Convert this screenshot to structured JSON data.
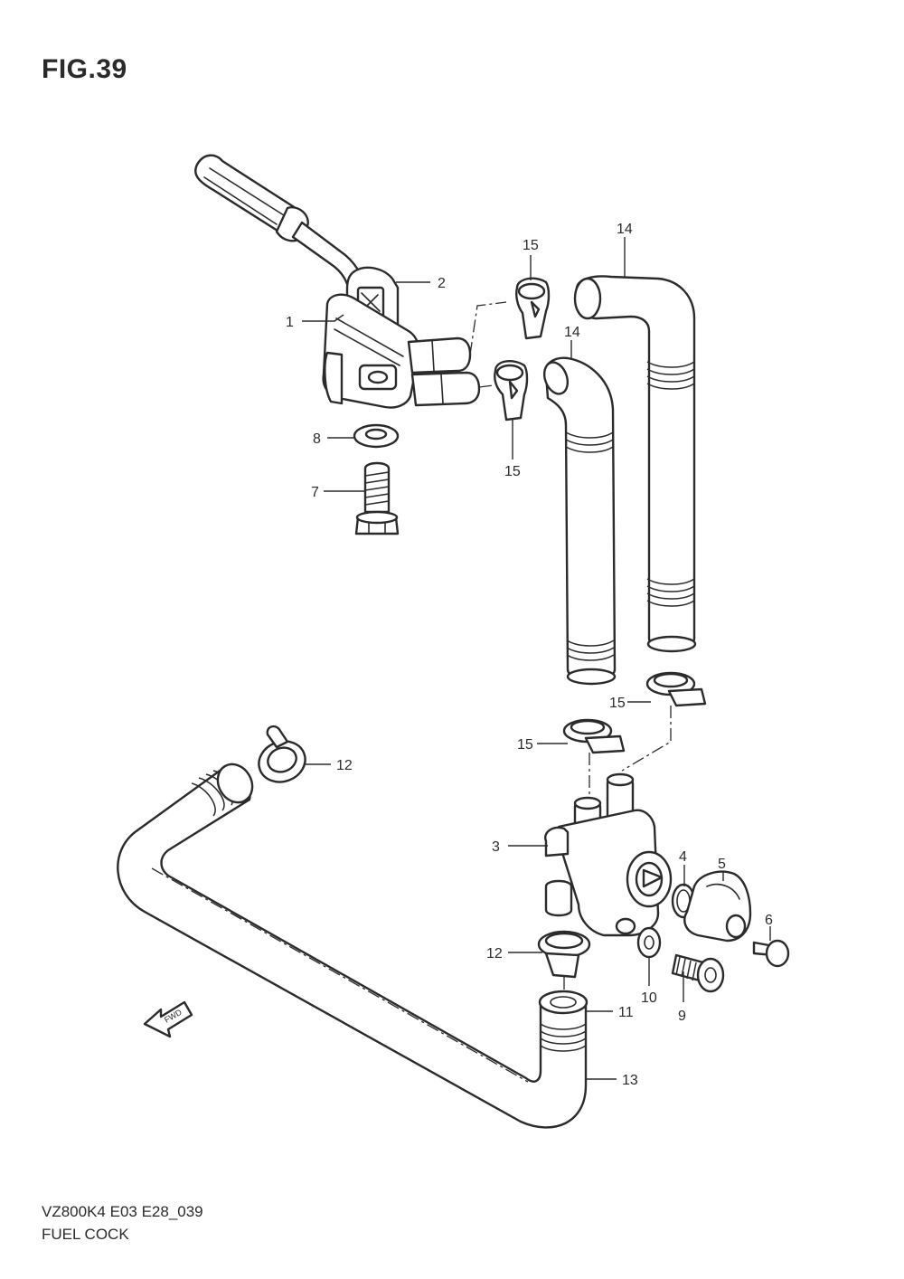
{
  "figure": {
    "title": "FIG.39",
    "model_code": "VZ800K4 E03 E28_039",
    "name": "FUEL COCK"
  },
  "callouts": [
    "1",
    "2",
    "3",
    "4",
    "5",
    "6",
    "7",
    "8",
    "9",
    "10",
    "11",
    "12",
    "12",
    "13",
    "14",
    "14",
    "15",
    "15",
    "15",
    "15"
  ],
  "fwd_label": "FWD",
  "colors": {
    "line": "#2b2b2b",
    "background": "#ffffff"
  }
}
